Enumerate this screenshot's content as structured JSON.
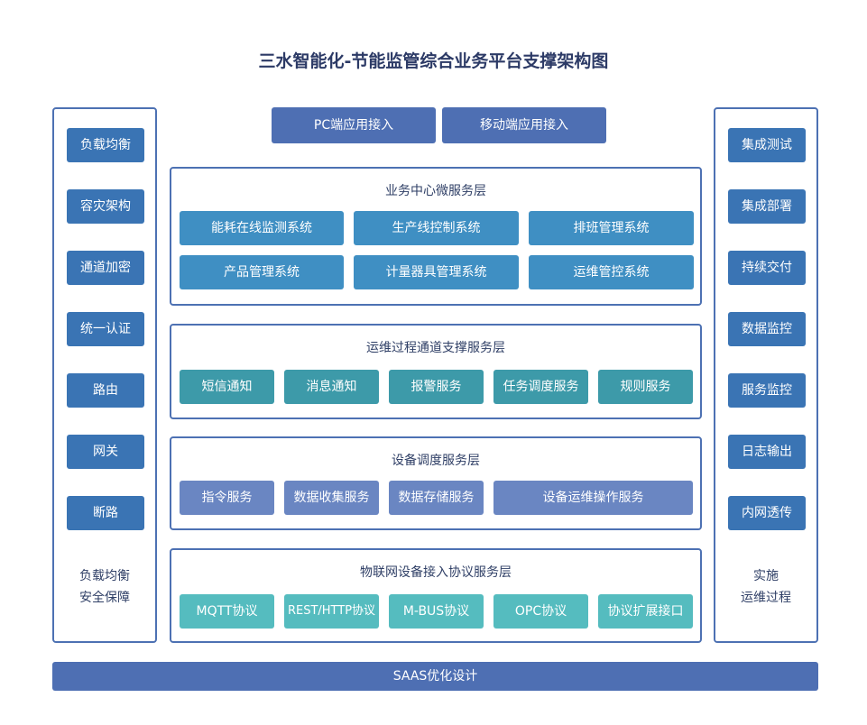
{
  "title": "三水智能化-节能监管综合业务平台支撑架构图",
  "left_panel": {
    "items": [
      "负载均衡",
      "容灾架构",
      "通道加密",
      "统一认证",
      "路由",
      "网关",
      "断路"
    ],
    "note": [
      "负载均衡",
      "安全保障"
    ]
  },
  "right_panel": {
    "items": [
      "集成测试",
      "集成部署",
      "持续交付",
      "数据监控",
      "服务监控",
      "日志输出",
      "内网透传"
    ],
    "note": [
      "实施",
      "运维过程"
    ]
  },
  "entries": [
    "PC端应用接入",
    "移动端应用接入"
  ],
  "layers": [
    {
      "title": "业务中心微服务层",
      "items": [
        "能耗在线监测系统",
        "生产线控制系统",
        "排班管理系统",
        "产品管理系统",
        "计量器具管理系统",
        "运维管控系统"
      ]
    },
    {
      "title": "运维过程通道支撑服务层",
      "items": [
        "短信通知",
        "消息通知",
        "报警服务",
        "任务调度服务",
        "规则服务"
      ]
    },
    {
      "title": "设备调度服务层",
      "items": [
        "指令服务",
        "数据收集服务",
        "数据存储服务",
        "设备运维操作服务"
      ]
    },
    {
      "title": "物联网设备接入协议服务层",
      "items": [
        "MQTT协议",
        "REST/HTTP协议",
        "M-BUS协议",
        "OPC协议",
        "协议扩展接口"
      ]
    }
  ],
  "footer": "SAAS优化设计",
  "colors": {
    "border": "#4d71b3",
    "entry": "#4e6fb3",
    "side_item": "#3a74b4",
    "layer1_box": "#3f8fc3",
    "layer2_box": "#3d9aa9",
    "layer3_box": "#6a86c2",
    "layer4_box": "#55bcbf"
  }
}
